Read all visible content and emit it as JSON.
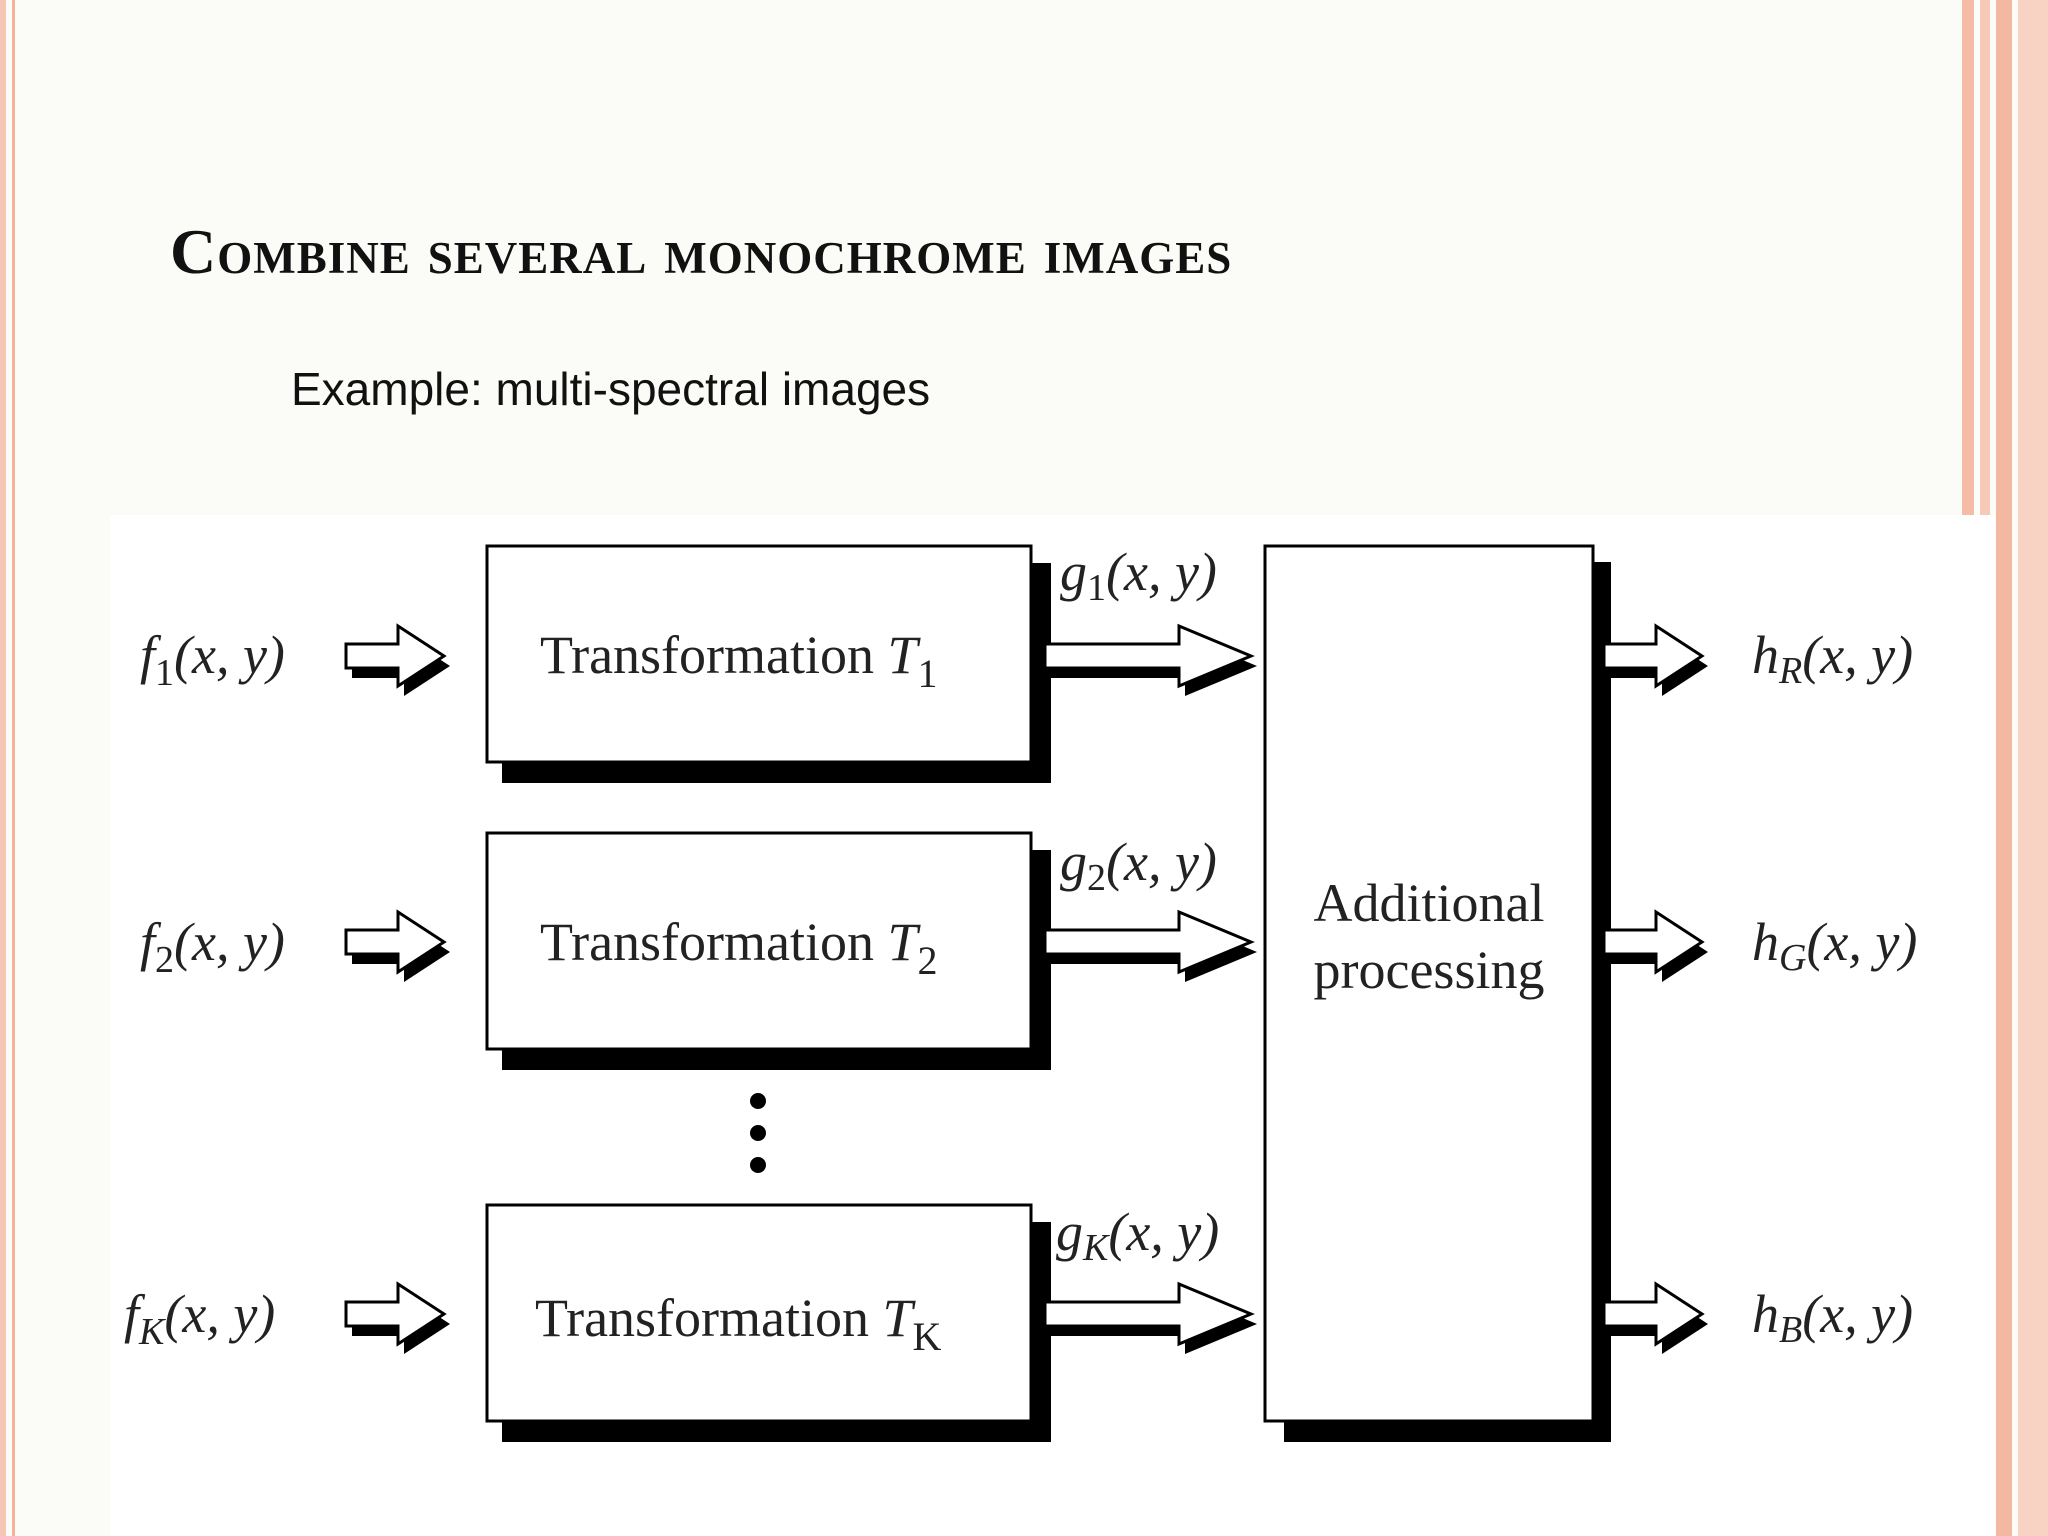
{
  "slide": {
    "title": "Combine several monochrome images",
    "subtitle": "Example: multi-spectral images"
  },
  "diagram": {
    "inputs": [
      {
        "f": "f",
        "sub": "1",
        "args": "(x, y)"
      },
      {
        "f": "f",
        "sub": "2",
        "args": "(x, y)"
      },
      {
        "f": "f",
        "sub": "K",
        "args": "(x, y)"
      }
    ],
    "transforms": [
      {
        "text": "Transformation ",
        "t": "T",
        "sub": "1"
      },
      {
        "text": "Transformation ",
        "t": "T",
        "sub": "2"
      },
      {
        "text": "Transformation ",
        "t": "T",
        "sub": "K"
      }
    ],
    "intermediates": [
      {
        "g": "g",
        "sub": "1",
        "args": "(x, y)"
      },
      {
        "g": "g",
        "sub": "2",
        "args": "(x, y)"
      },
      {
        "g": "g",
        "sub": "K",
        "args": "(x, y)"
      }
    ],
    "processing": {
      "line1": "Additional",
      "line2": "processing"
    },
    "outputs": [
      {
        "h": "h",
        "sub": "R",
        "args": "(x, y)"
      },
      {
        "h": "h",
        "sub": "G",
        "args": "(x, y)"
      },
      {
        "h": "h",
        "sub": "B",
        "args": "(x, y)"
      }
    ]
  }
}
